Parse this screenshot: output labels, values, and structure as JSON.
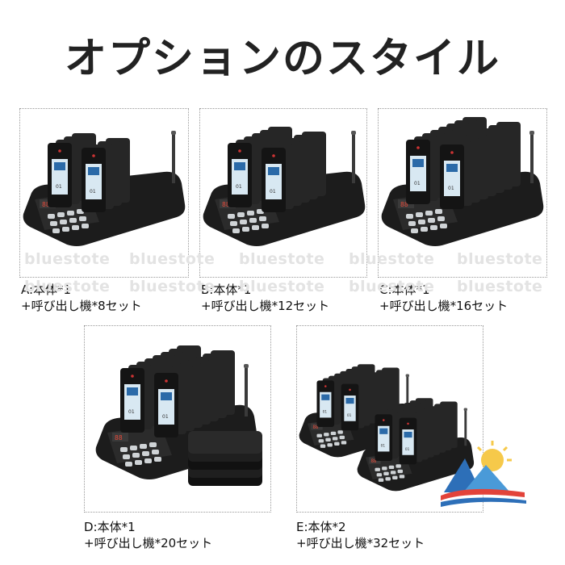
{
  "title": "オプションのスタイル",
  "watermark": "bluestote",
  "options": [
    {
      "line1": "A:本体*1",
      "line2": "+呼び出し機*8セット",
      "pagers": 8
    },
    {
      "line1": "B:本体*1",
      "line2": "+呼び出し機*12セット",
      "pagers": 12
    },
    {
      "line1": "C:本体*1",
      "line2": "+呼び出し機*16セット",
      "pagers": 16
    },
    {
      "line1": "D:本体*1",
      "line2": "+呼び出し機*20セット",
      "pagers": 20
    },
    {
      "line1": "E:本体*2",
      "line2": "+呼び出し機*32セット",
      "pagers": 32
    }
  ],
  "display_code": "88",
  "pager_label": "01",
  "colors": {
    "device": "#1c1c1c",
    "keypad": "#cfd3d6",
    "screen": "#d8e8f2",
    "watermark": "#e3e3e3"
  },
  "logo_icon": "mountain-sun-logo-icon"
}
